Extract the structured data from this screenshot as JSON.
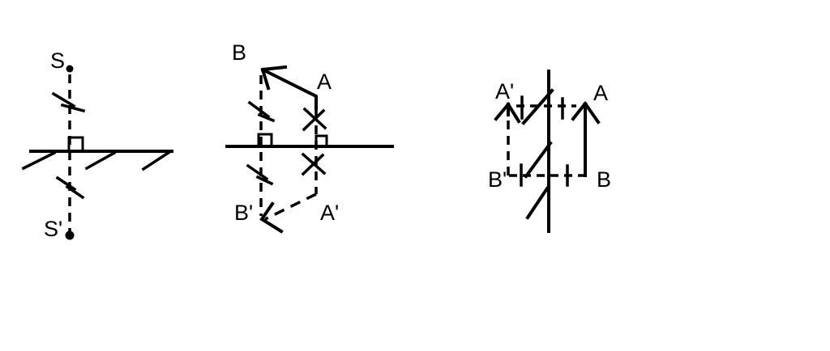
{
  "page": {
    "background_color": "#ffffff",
    "ink_color": "#000000"
  },
  "figure": {
    "diagrams": [
      {
        "name": "point-source-reflection-horizontal-mirror",
        "labels": {
          "source": "S",
          "image": "S'"
        }
      },
      {
        "name": "arrow-object-reflection-horizontal-mirror",
        "labels": {
          "object_head": "B",
          "object_tail": "A",
          "image_head": "B'",
          "image_tail": "A'"
        }
      },
      {
        "name": "arrow-object-reflection-vertical-mirror",
        "labels": {
          "image_head": "A'",
          "object_head": "A",
          "image_tail": "B'",
          "object_tail": "B"
        }
      }
    ]
  }
}
